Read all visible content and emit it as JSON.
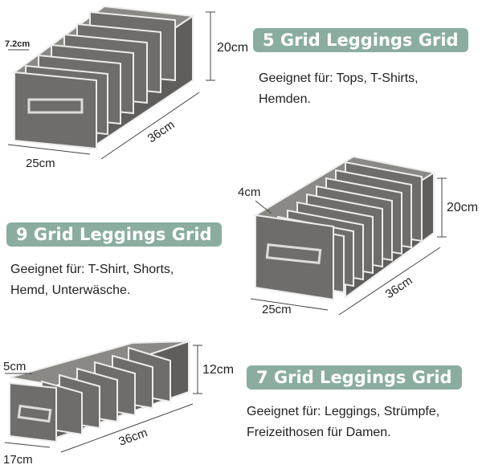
{
  "products": [
    {
      "title": "5 Grid Leggings Grid",
      "desc_lines": [
        "Geeignet für: Tops, T-Shirts,",
        "Hemden."
      ],
      "dims": {
        "width": "25cm",
        "length": "36cm",
        "height": "20cm",
        "slot": "7.2cm"
      }
    },
    {
      "title": "9 Grid Leggings Grid",
      "desc_lines": [
        "Geeignet für: T-Shirt, Shorts,",
        "Hemd, Unterwäsche."
      ],
      "dims": {
        "width": "25cm",
        "length": "36cm",
        "height": "20cm",
        "slot": "4cm"
      }
    },
    {
      "title": "7 Grid Leggings Grid",
      "desc_lines": [
        "Geeignet für: Leggings, Strümpfe,",
        "Freizeithosen für Damen."
      ],
      "dims": {
        "width": "17cm",
        "length": "36cm",
        "height": "12cm",
        "slot": "5cm"
      }
    }
  ],
  "colors": {
    "pill": "#8aada0",
    "box_fill": "#6e6d6b",
    "box_edge": "#f2f2f2"
  }
}
